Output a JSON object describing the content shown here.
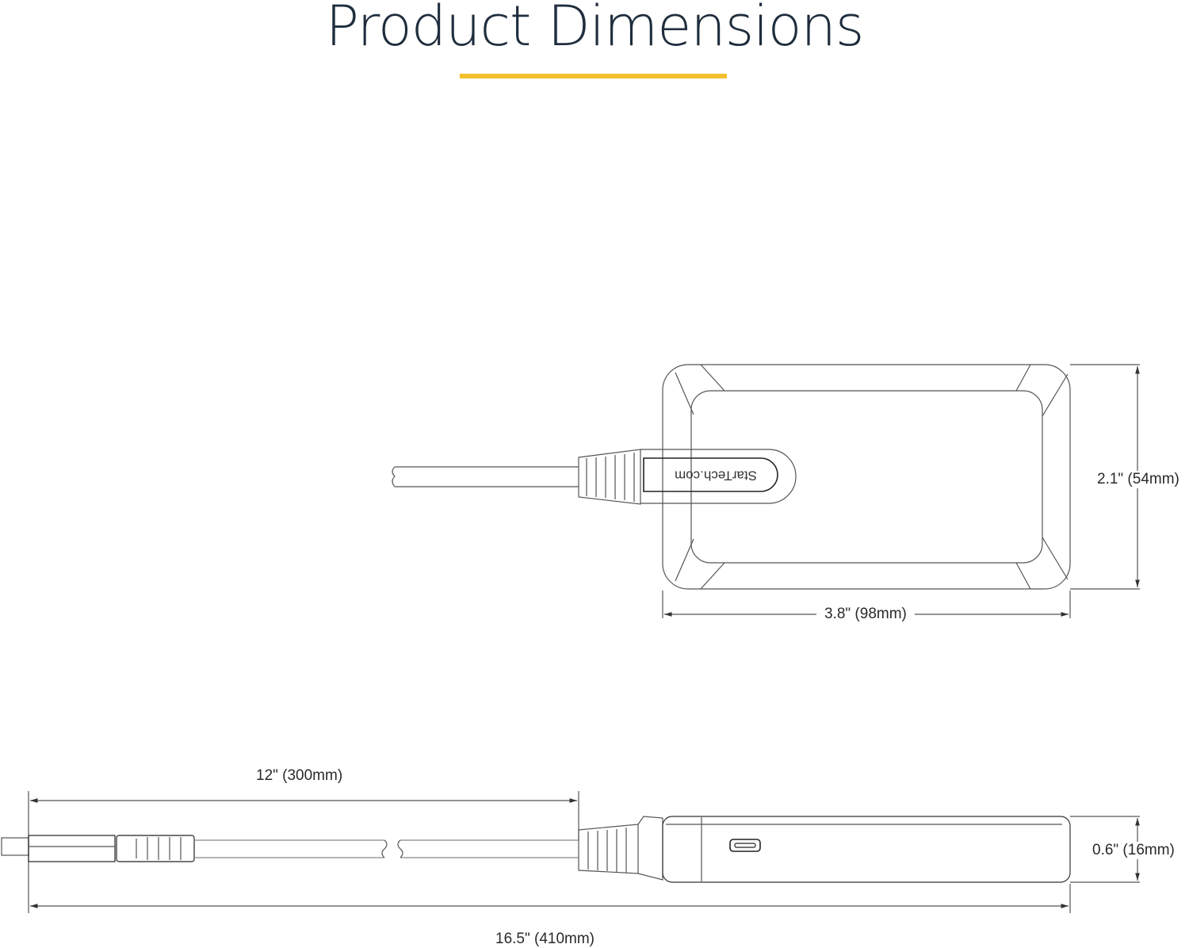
{
  "title": "Product Dimensions",
  "colors": {
    "accent": "#f2c12e",
    "title": "#1f2d3d",
    "line": "#555555"
  },
  "top_view": {
    "logo": "StarTech.com",
    "height_label": "2.1\" (54mm)",
    "width_label": "3.8\" (98mm)"
  },
  "side_view": {
    "cable_label": "12\" (300mm)",
    "thickness_label": "0.6\" (16mm)",
    "total_length_label": "16.5\" (410mm)"
  }
}
